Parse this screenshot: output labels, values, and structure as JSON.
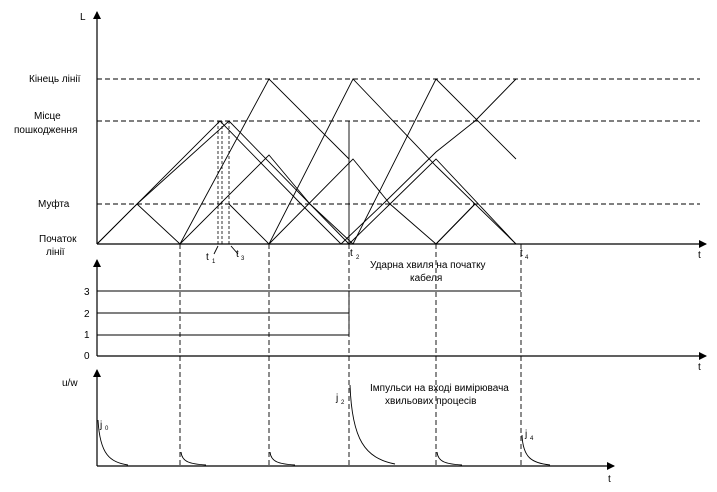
{
  "top_axis": {
    "y_label": "L",
    "x_label": "t"
  },
  "levels": {
    "end": "Кінець лінії",
    "fault_1": "Місце",
    "fault_2": "пошкодження",
    "coupling": "Муфта",
    "start_1": "Початок",
    "start_2": "лінії"
  },
  "time_marks": {
    "t1": "t",
    "t1_sub": "1",
    "t3": "t",
    "t3_sub": "3",
    "t2": "t",
    "t2_sub": "2",
    "t4": "t",
    "t4_sub": "4"
  },
  "middle_axis": {
    "ticks": [
      "3",
      "2",
      "1",
      "0"
    ],
    "x_label": "t",
    "annotation_1": "Ударна хвиля на початку",
    "annotation_2": "кабеля"
  },
  "bottom_axis": {
    "y_label": "u/w",
    "x_label": "t",
    "annotation_1": "Імпульси на вході вимірювача",
    "annotation_2": "хвильових процесів"
  },
  "pulse_marks": {
    "j0": "j",
    "j0_sub": "0",
    "j2": "j",
    "j2_sub": "2",
    "j4": "j",
    "j4_sub": "4"
  }
}
